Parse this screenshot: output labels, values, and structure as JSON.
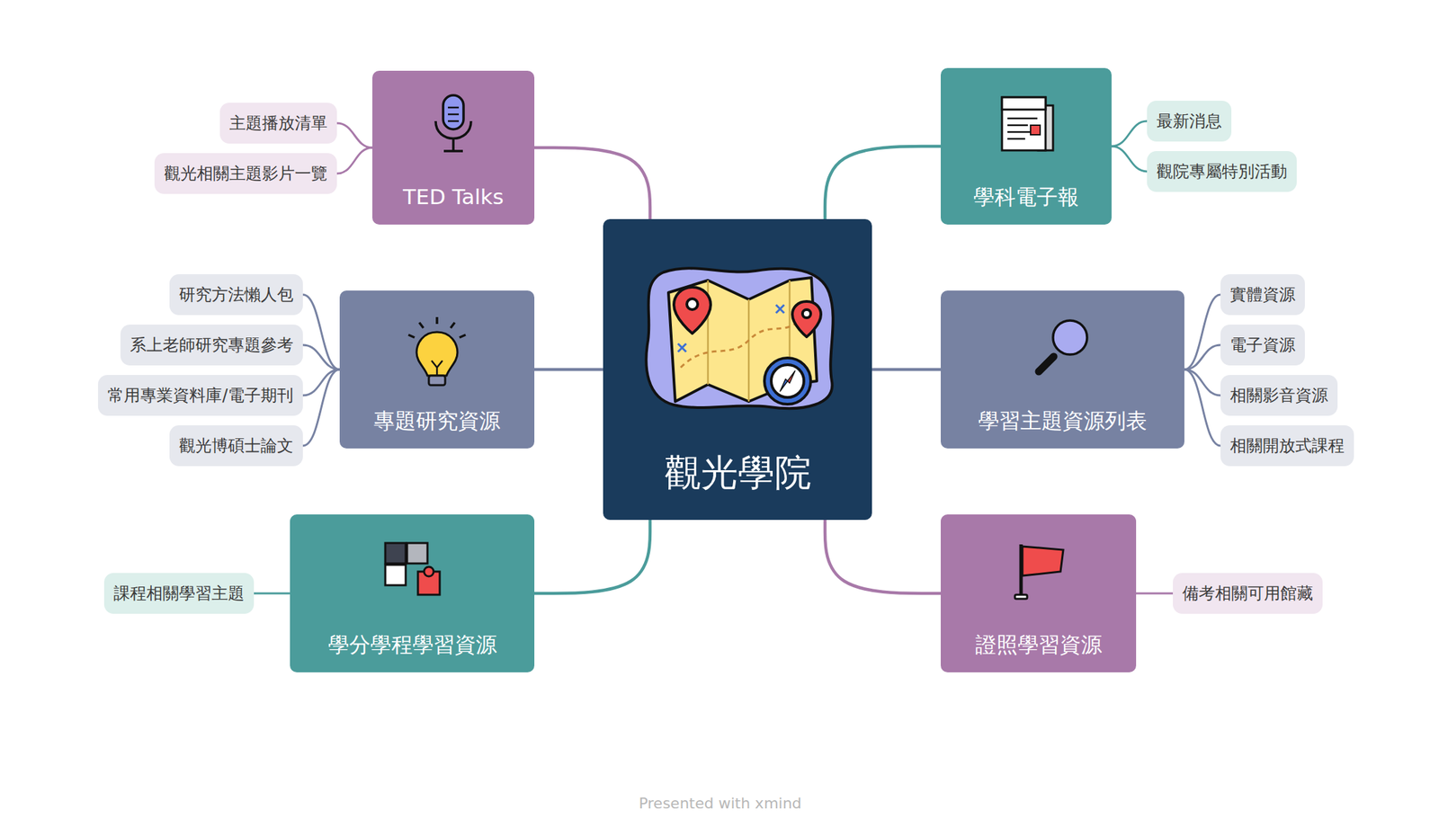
{
  "diagram": {
    "nodes": [
      {
        "text": [
          "觀光學院"
        ]
      },
      {
        "text": [
          "TED Talks"
        ]
      },
      {
        "text": [
          "主題播放清單"
        ]
      },
      {
        "text": [
          "觀光相關主題影片一覽"
        ]
      },
      {
        "text": [
          "學科電子報"
        ]
      },
      {
        "text": [
          "最新消息"
        ]
      },
      {
        "text": [
          "觀院專屬特別活動"
        ]
      },
      {
        "text": [
          "專題研究資源"
        ]
      },
      {
        "text": [
          "研究方法懶人包"
        ]
      },
      {
        "text": [
          "系上老師研究專題參考"
        ]
      },
      {
        "text": [
          "常用專業資料庫/電子期刊"
        ]
      },
      {
        "text": [
          "觀光博碩士論文"
        ]
      },
      {
        "text": [
          "學習主題資源列表"
        ]
      },
      {
        "text": [
          "實體資源"
        ]
      },
      {
        "text": [
          "電子資源"
        ]
      },
      {
        "text": [
          "相關影音資源"
        ]
      },
      {
        "text": [
          "相關開放式課程"
        ]
      },
      {
        "text": [
          "學分學程學習資源"
        ]
      },
      {
        "text": [
          "課程相關學習主題"
        ]
      },
      {
        "text": [
          "證照學習資源"
        ]
      },
      {
        "text": [
          "備考相關可用館藏"
        ]
      }
    ],
    "edges": [
      {
        "from": 0,
        "to": 1,
        "arrow": "none"
      },
      {
        "from": 1,
        "to": 2,
        "arrow": "none"
      },
      {
        "from": 1,
        "to": 3,
        "arrow": "none"
      },
      {
        "from": 0,
        "to": 4,
        "arrow": "none"
      },
      {
        "from": 4,
        "to": 5,
        "arrow": "none"
      },
      {
        "from": 4,
        "to": 6,
        "arrow": "none"
      },
      {
        "from": 0,
        "to": 7,
        "arrow": "none"
      },
      {
        "from": 7,
        "to": 8,
        "arrow": "none"
      },
      {
        "from": 7,
        "to": 9,
        "arrow": "none"
      },
      {
        "from": 7,
        "to": 10,
        "arrow": "none"
      },
      {
        "from": 7,
        "to": 11,
        "arrow": "none"
      },
      {
        "from": 0,
        "to": 12,
        "arrow": "none"
      },
      {
        "from": 12,
        "to": 13,
        "arrow": "none"
      },
      {
        "from": 12,
        "to": 14,
        "arrow": "none"
      },
      {
        "from": 12,
        "to": 15,
        "arrow": "none"
      },
      {
        "from": 12,
        "to": 16,
        "arrow": "none"
      },
      {
        "from": 0,
        "to": 17,
        "arrow": "none"
      },
      {
        "from": 17,
        "to": 18,
        "arrow": "none"
      },
      {
        "from": 0,
        "to": 19,
        "arrow": "none"
      },
      {
        "from": 19,
        "to": 20,
        "arrow": "none"
      }
    ],
    "labels": [
      "Presented with xmind"
    ]
  }
}
